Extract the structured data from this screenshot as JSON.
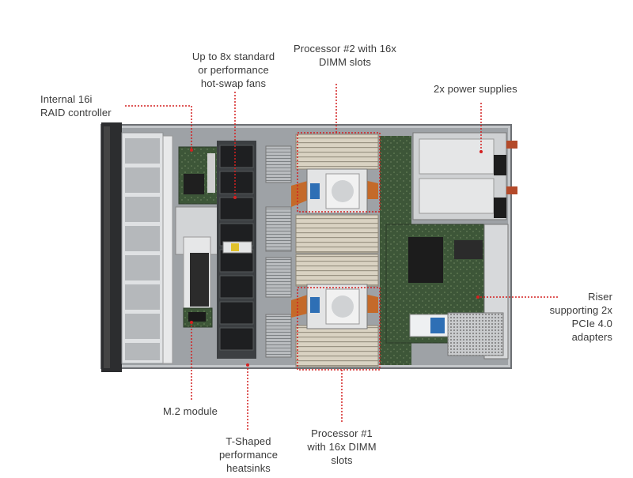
{
  "callouts": {
    "raid": "Internal 16i\nRAID controller",
    "fans": "Up to 8x standard\nor performance\nhot-swap fans",
    "proc2": "Processor #2 with 16x\nDIMM slots",
    "psu": "2x power supplies",
    "riser": "Riser\nsupporting 2x\nPCIe 4.0\nadapters",
    "m2": "M.2 module",
    "heatsinks": "T-Shaped\nperformance\nheatsinks",
    "proc1": "Processor #1\nwith 16x DIMM\nslots"
  },
  "colors": {
    "leader": "#d42020",
    "text": "#3a3a3a",
    "chassis": "#8c8f93",
    "board": "#3f5a3a",
    "copper": "#c46a2a"
  }
}
